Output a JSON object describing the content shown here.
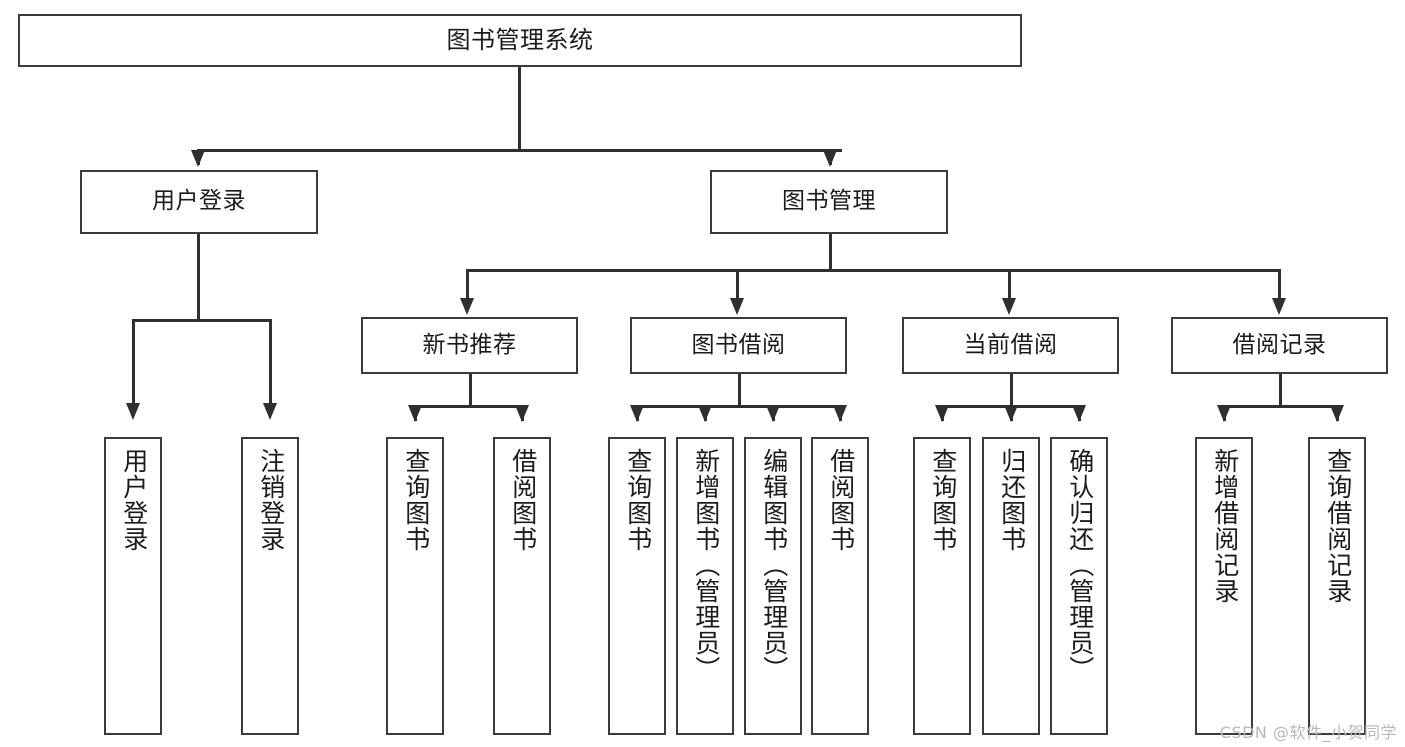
{
  "diagram": {
    "title": "图书管理系统",
    "type": "tree",
    "levels": [
      {
        "level": 1,
        "nodes": [
          {
            "id": "root",
            "label": "图书管理系统",
            "orientation": "horizontal"
          }
        ]
      },
      {
        "level": 2,
        "nodes": [
          {
            "id": "user-login",
            "label": "用户登录",
            "orientation": "horizontal",
            "parent": "root"
          },
          {
            "id": "book-manage",
            "label": "图书管理",
            "orientation": "horizontal",
            "parent": "root"
          }
        ]
      },
      {
        "level": 3,
        "nodes": [
          {
            "id": "new-book-rec",
            "label": "新书推荐",
            "orientation": "horizontal",
            "parent": "book-manage"
          },
          {
            "id": "book-borrow",
            "label": "图书借阅",
            "orientation": "horizontal",
            "parent": "book-manage"
          },
          {
            "id": "current-borrow",
            "label": "当前借阅",
            "orientation": "horizontal",
            "parent": "book-manage"
          },
          {
            "id": "borrow-record",
            "label": "借阅记录",
            "orientation": "horizontal",
            "parent": "book-manage"
          }
        ]
      },
      {
        "level": 4,
        "nodes": [
          {
            "id": "leaf-user-login",
            "label": "用户登录",
            "orientation": "vertical",
            "parent": "user-login"
          },
          {
            "id": "leaf-logout",
            "label": "注销登录",
            "orientation": "vertical",
            "parent": "user-login"
          },
          {
            "id": "leaf-query-book-1",
            "label": "查询图书",
            "orientation": "vertical",
            "parent": "new-book-rec"
          },
          {
            "id": "leaf-borrow-book-1",
            "label": "借阅图书",
            "orientation": "vertical",
            "parent": "new-book-rec"
          },
          {
            "id": "leaf-query-book-2",
            "label": "查询图书",
            "orientation": "vertical",
            "parent": "book-borrow"
          },
          {
            "id": "leaf-add-book",
            "label": "新增图书（管理员）",
            "orientation": "vertical",
            "parent": "book-borrow"
          },
          {
            "id": "leaf-edit-book",
            "label": "编辑图书（管理员）",
            "orientation": "vertical",
            "parent": "book-borrow"
          },
          {
            "id": "leaf-borrow-book-2",
            "label": "借阅图书",
            "orientation": "vertical",
            "parent": "book-borrow"
          },
          {
            "id": "leaf-query-book-3",
            "label": "查询图书",
            "orientation": "vertical",
            "parent": "current-borrow"
          },
          {
            "id": "leaf-return-book",
            "label": "归还图书",
            "orientation": "vertical",
            "parent": "current-borrow"
          },
          {
            "id": "leaf-confirm-return",
            "label": "确认归还（管理员）",
            "orientation": "vertical",
            "parent": "current-borrow"
          },
          {
            "id": "leaf-add-record",
            "label": "新增借阅记录",
            "orientation": "vertical",
            "parent": "borrow-record"
          },
          {
            "id": "leaf-query-record",
            "label": "查询借阅记录",
            "orientation": "vertical",
            "parent": "borrow-record"
          }
        ]
      }
    ]
  },
  "watermark": {
    "text": "CSDN @软件_小贺同学"
  },
  "colors": {
    "border": "#3b3b3b",
    "line": "#2f2f2f",
    "background": "#ffffff",
    "text": "#1b1b1b",
    "watermark": "#b9b9b9"
  }
}
